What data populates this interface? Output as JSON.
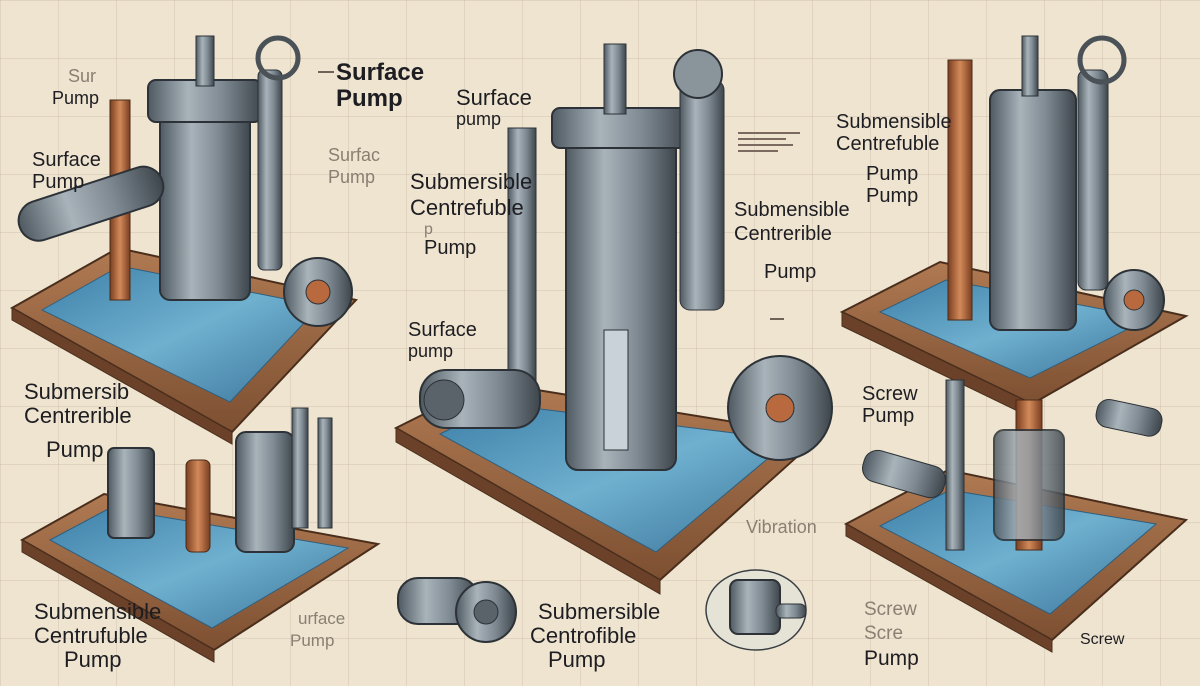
{
  "labels": {
    "l1": "Sur",
    "l2": "Pump",
    "l3": "Surface",
    "l4": "Pump",
    "l5": "Surface",
    "l6": "Pump",
    "l7": "Surfac",
    "l8": "Pump",
    "l9": "Surface",
    "l10": "pump",
    "l11": "Submersible",
    "l12": "Centrefuble",
    "l13": "p",
    "l14": "Pump",
    "l15": "Submensible",
    "l16": "Centrerible",
    "l17": "Pump",
    "l18": "Surface",
    "l19": "pump",
    "l20": "Submensible",
    "l21": "Centrefuble",
    "l22": "Pump",
    "l23": "Pump",
    "l24": "Submersib",
    "l25": "Centrerible",
    "l26": "Pump",
    "l27": "Screw",
    "l28": "Pump",
    "l29": "Vibration",
    "l30": "Submensible",
    "l31": "Centrufuble",
    "l32": "Pump",
    "l33": "urface",
    "l34": "Pump",
    "l35": "Submersible",
    "l36": "Centrofible",
    "l37": "Pump",
    "l38": "Screw",
    "l39": "Scre",
    "l40": "Pump",
    "l41": "Screw"
  },
  "colors": {
    "paper": "#eee4d0",
    "wood": "#9c6b47",
    "water": "#4f93b8",
    "metal": "#7f8a93",
    "copper": "#b86a3e",
    "ink": "#1d1d22"
  }
}
